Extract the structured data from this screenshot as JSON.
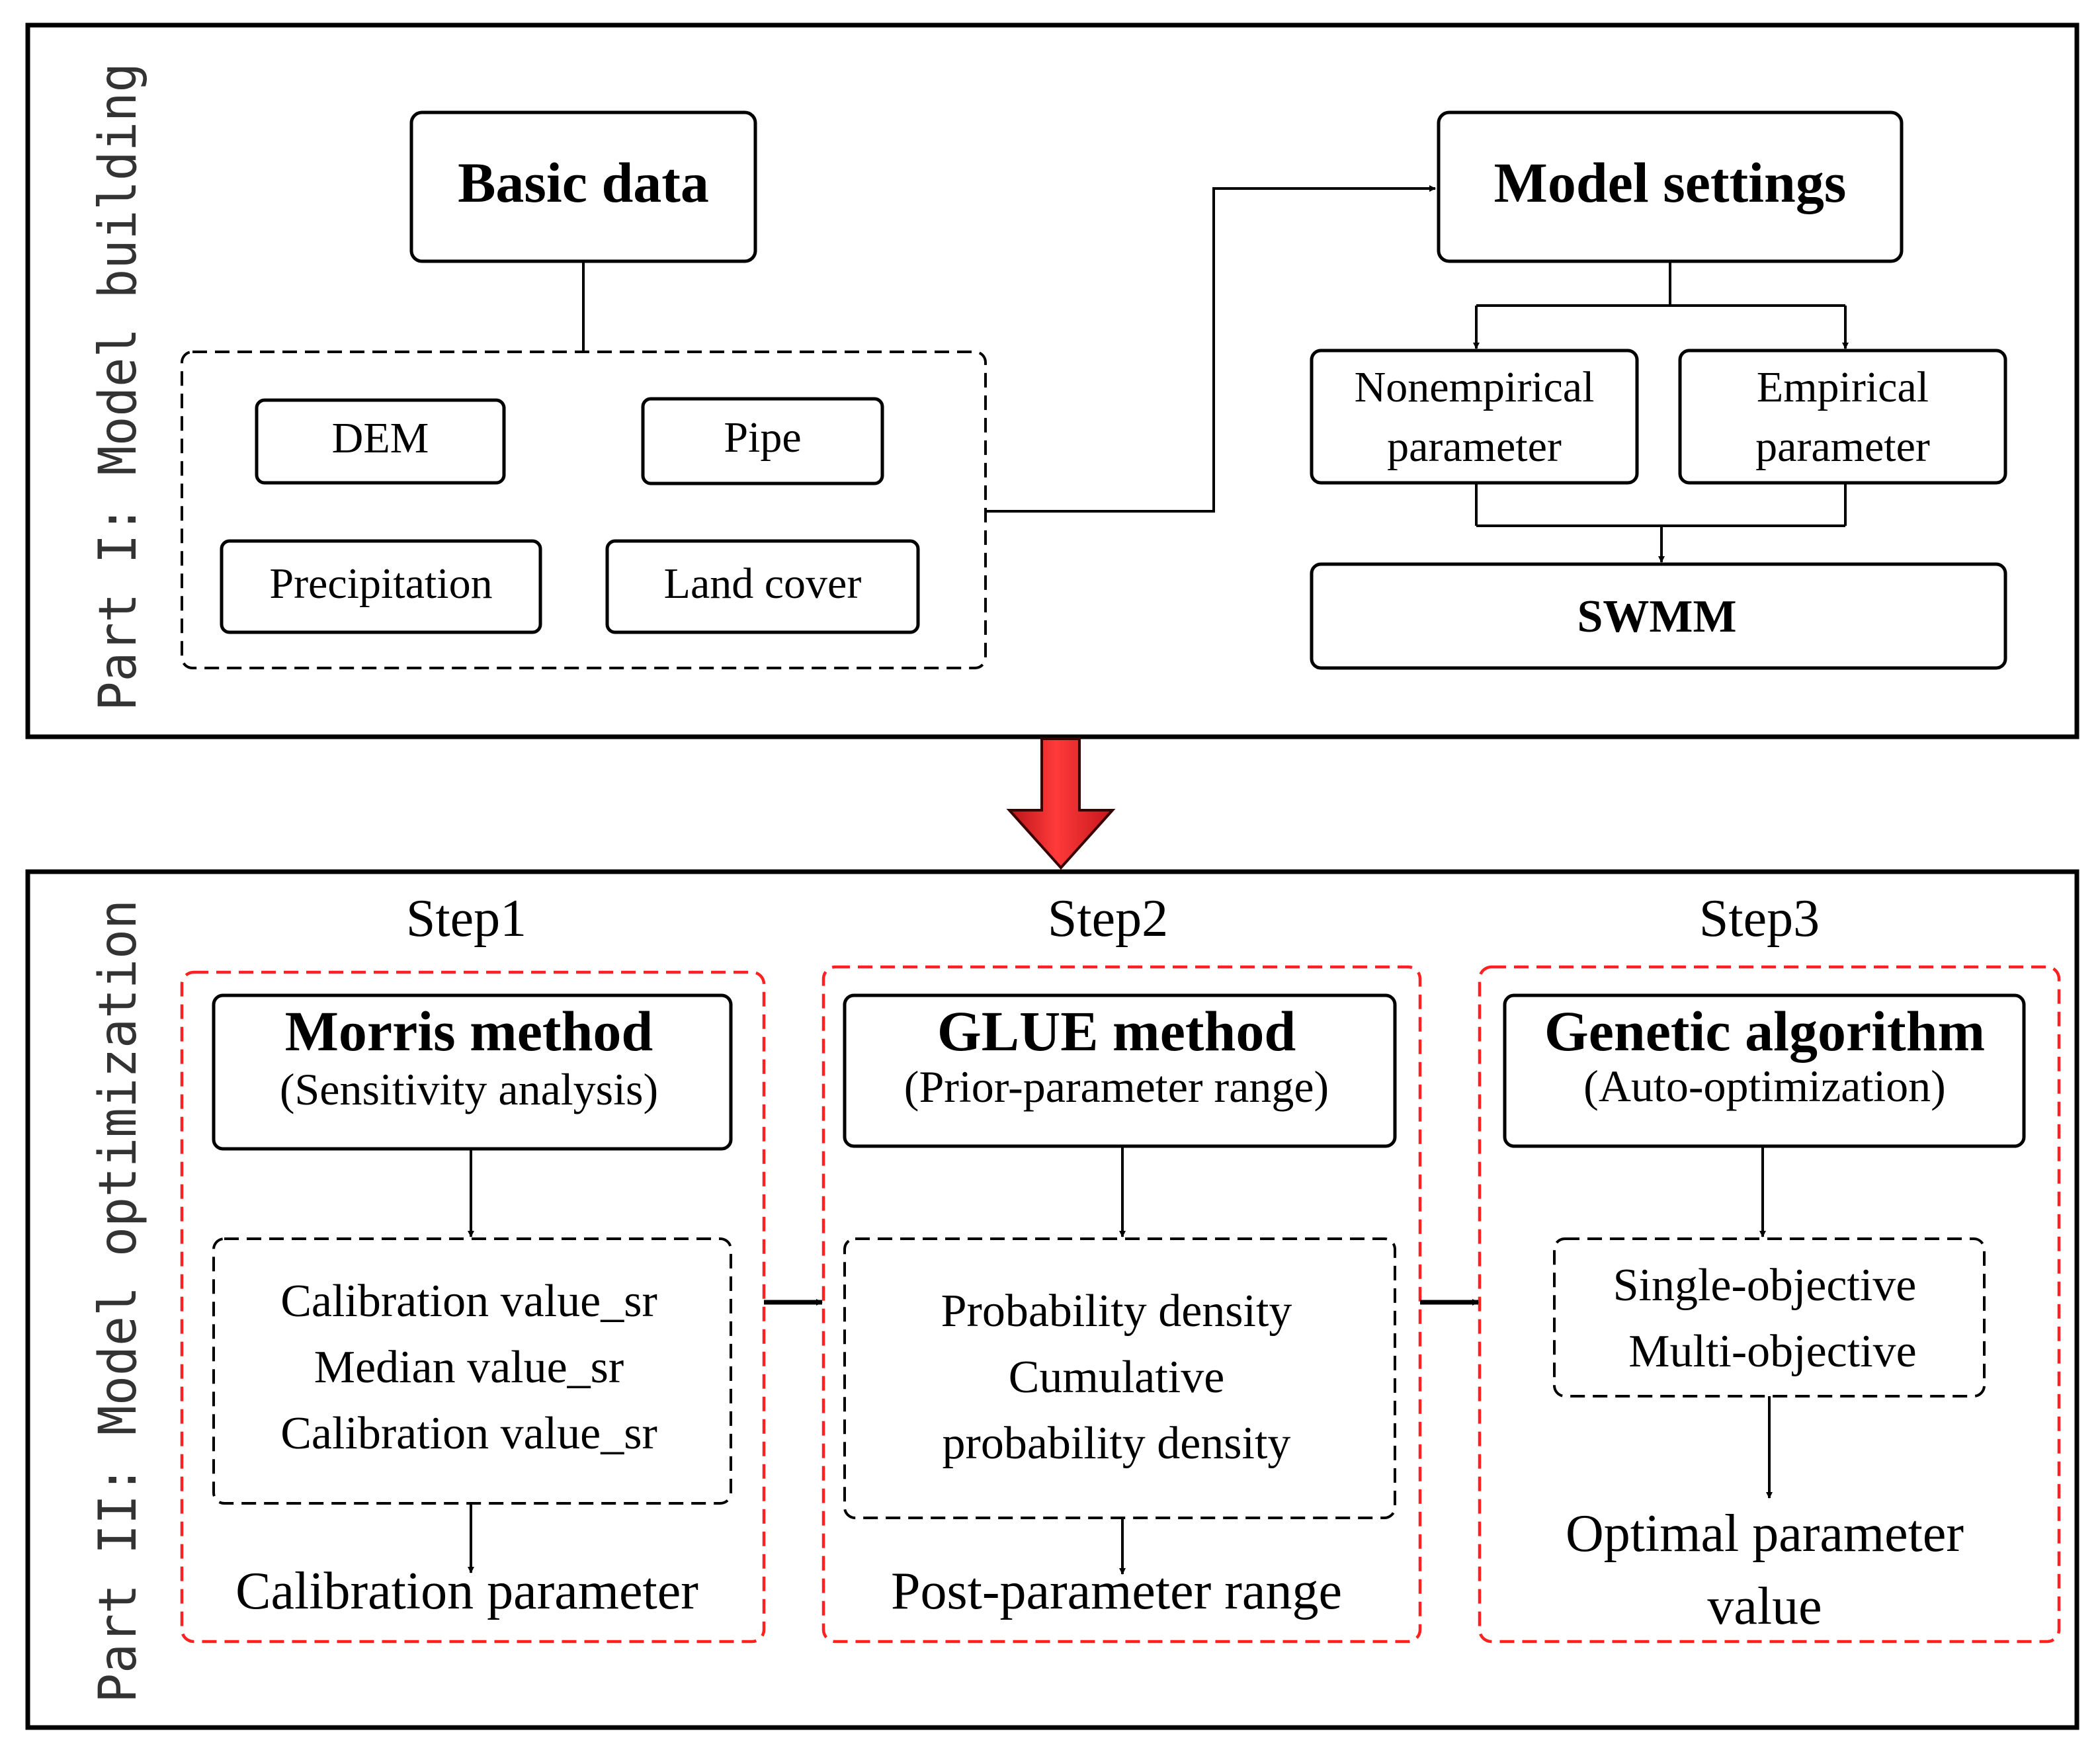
{
  "part1": {
    "label": "Part I: Model building",
    "basic_data": "Basic data",
    "inputs": [
      "DEM",
      "Pipe",
      "Precipitation",
      "Land cover"
    ],
    "model_settings": "Model settings",
    "nonempirical": [
      "Nonempirical",
      "parameter"
    ],
    "empirical": [
      "Empirical",
      "parameter"
    ],
    "swmm": "SWMM"
  },
  "part2": {
    "label": "Part II: Model optimization",
    "steps": [
      {
        "step": "Step1",
        "method": "Morris method",
        "subtitle": "(Sensitivity analysis)",
        "items": [
          "Calibration value_sr",
          "Median value_sr",
          "Calibration value_sr"
        ],
        "output": [
          "Calibration parameter"
        ]
      },
      {
        "step": "Step2",
        "method": "GLUE method",
        "subtitle": "(Prior-parameter range)",
        "items": [
          "Probability density",
          "Cumulative",
          "probability density"
        ],
        "output": [
          "Post-parameter range"
        ]
      },
      {
        "step": "Step3",
        "method": "Genetic algorithm",
        "subtitle": "(Auto-optimization)",
        "items": [
          "Single-objective",
          "Multi-objective"
        ],
        "output": [
          "Optimal parameter",
          "value"
        ]
      }
    ]
  },
  "colors": {
    "transition_arrow": "#e8262a",
    "step_border": "#ff2020"
  }
}
